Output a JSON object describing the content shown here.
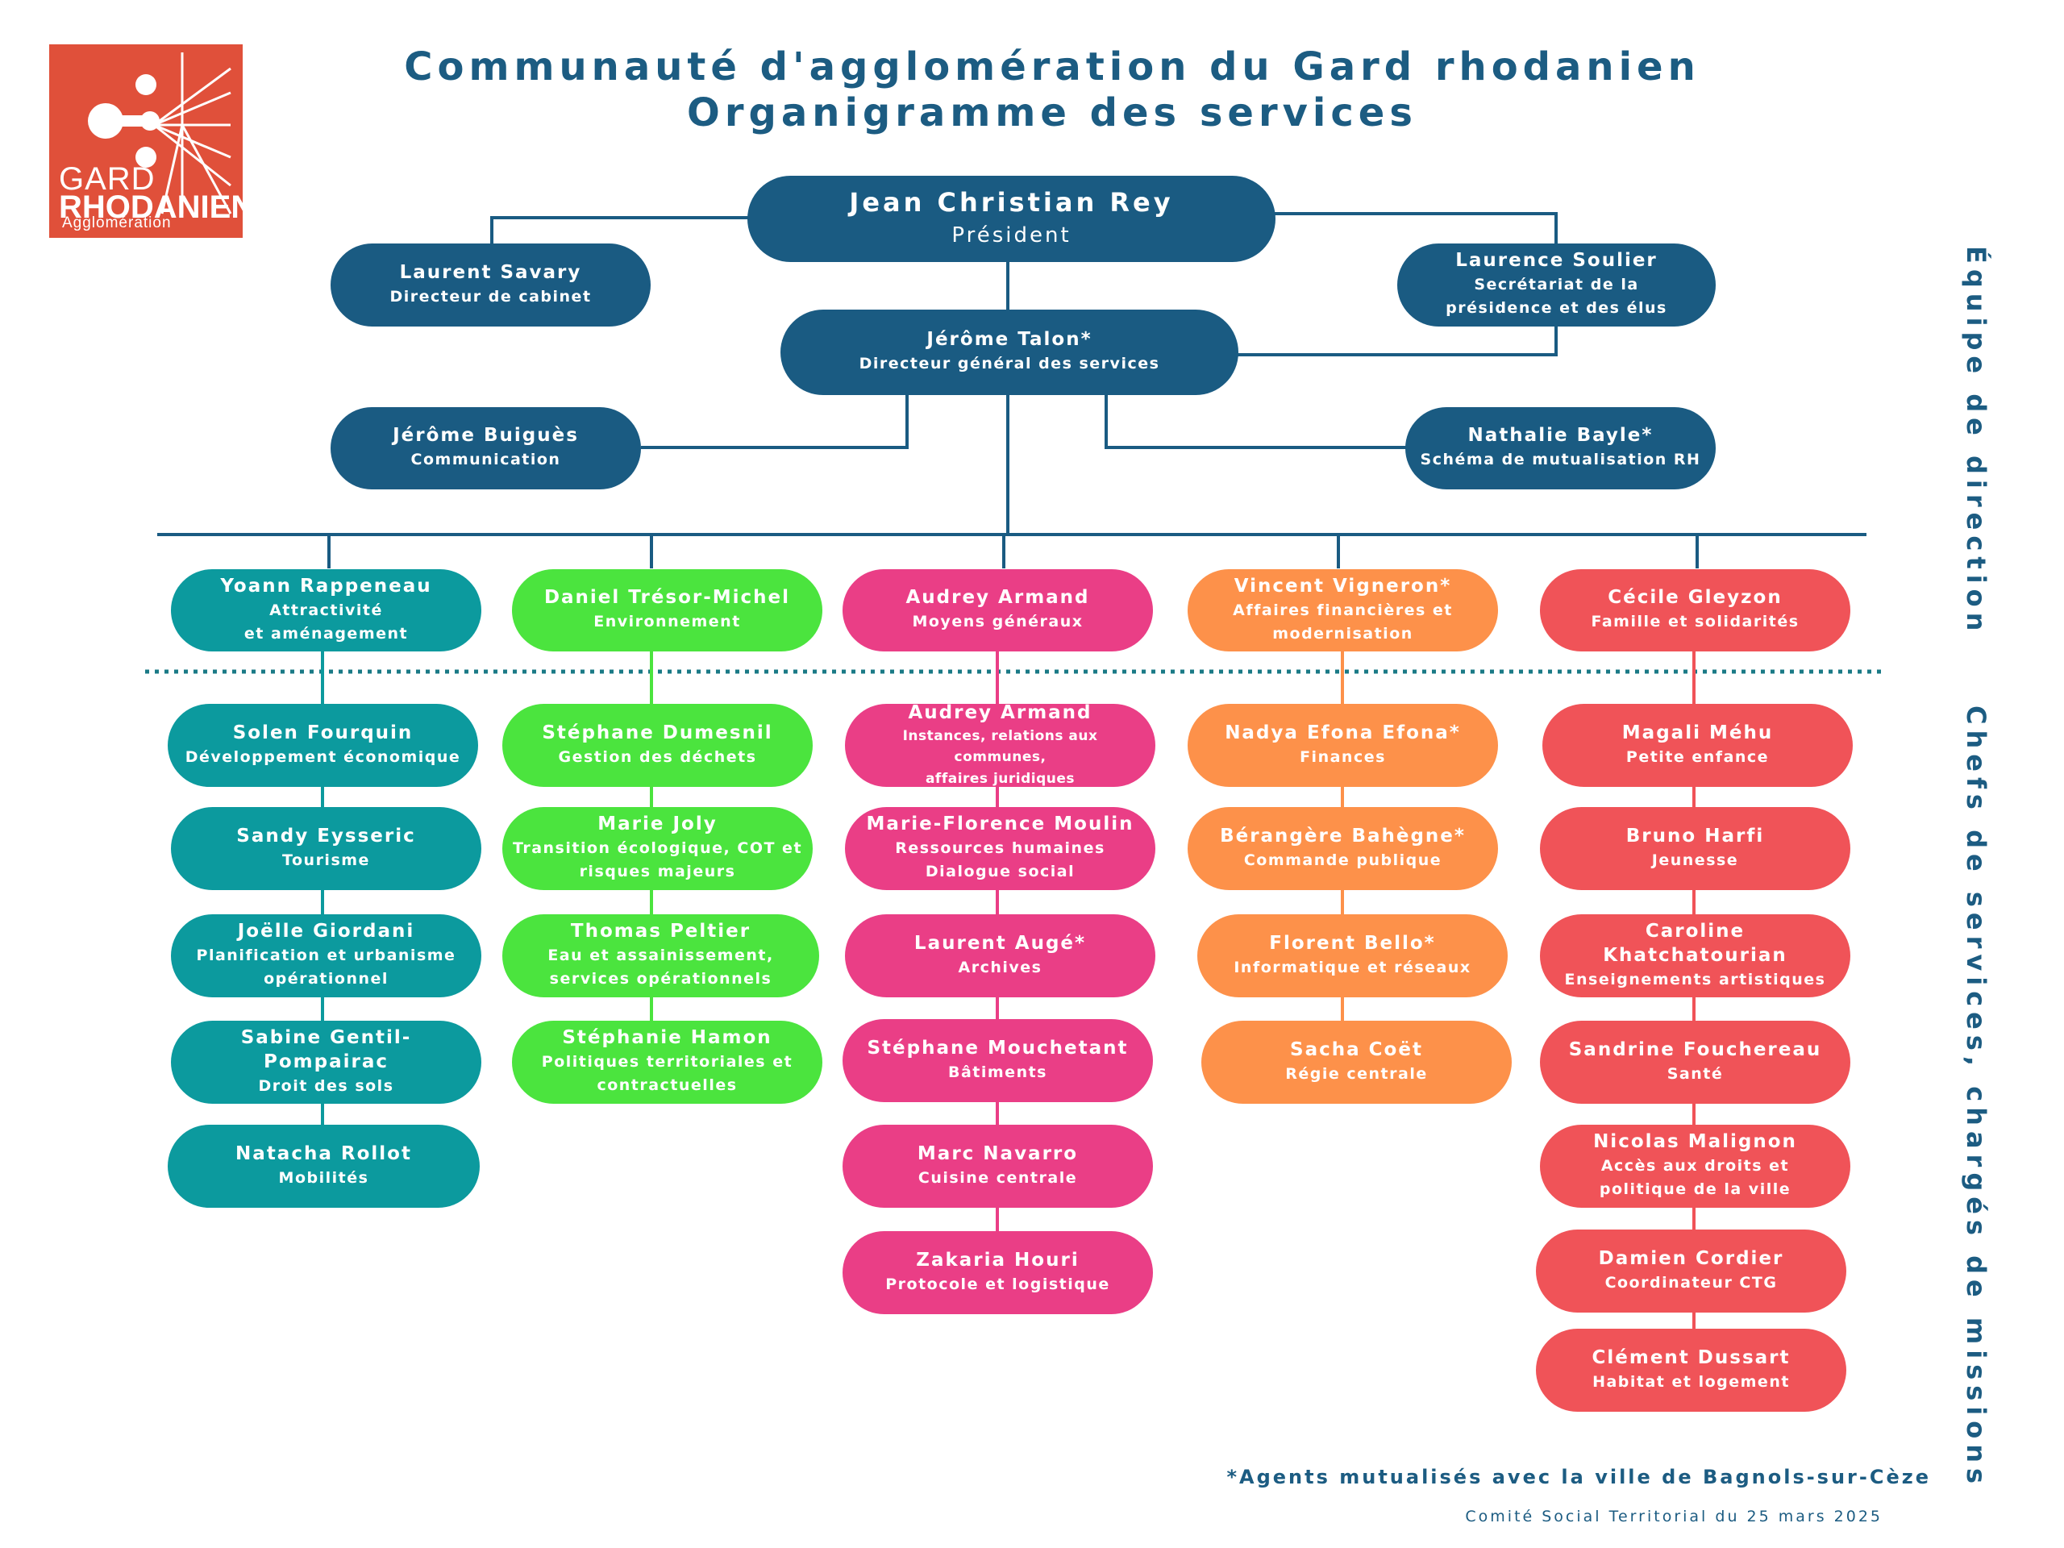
{
  "header": {
    "title_line1": "Communauté d'agglomération du Gard rhodanien",
    "title_line2": "Organigramme des services"
  },
  "logo": {
    "line1": "GARD",
    "line2": "RHODANIEN",
    "line3": "Agglomération"
  },
  "colors": {
    "navy": "#1a5b82",
    "teal": "#0c9a9e",
    "green": "#4be43e",
    "pink": "#ea3e86",
    "orange": "#fd914a",
    "red": "#f05358",
    "logo": "#e0503a"
  },
  "direction": {
    "president": {
      "name": "Jean Christian Rey",
      "role": "Président"
    },
    "cabinet": {
      "name": "Laurent Savary",
      "role": "Directeur de cabinet"
    },
    "secretariat": {
      "name": "Laurence Soulier",
      "role": "Secrétariat de la\nprésidence et des élus"
    },
    "dgs": {
      "name": "Jérôme Talon*",
      "role": "Directeur général des services"
    },
    "communication": {
      "name": "Jérôme Buiguès",
      "role": "Communication"
    },
    "mutualisation": {
      "name": "Nathalie Bayle*",
      "role": "Schéma de mutualisation RH"
    }
  },
  "poles": [
    {
      "name": "Yoann Rappeneau",
      "role": "Attractivité\net aménagement",
      "services": [
        {
          "name": "Solen Fourquin",
          "role": "Développement économique"
        },
        {
          "name": "Sandy Eysseric",
          "role": "Tourisme"
        },
        {
          "name": "Joëlle Giordani",
          "role": "Planification et urbanisme\nopérationnel"
        },
        {
          "name": "Sabine Gentil-Pompairac",
          "role": "Droit des sols"
        },
        {
          "name": "Natacha Rollot",
          "role": "Mobilités"
        }
      ]
    },
    {
      "name": "Daniel Trésor-Michel",
      "role": "Environnement",
      "services": [
        {
          "name": "Stéphane Dumesnil",
          "role": "Gestion des déchets"
        },
        {
          "name": "Marie Joly",
          "role": "Transition écologique, COT et\nrisques majeurs"
        },
        {
          "name": "Thomas Peltier",
          "role": "Eau et assainissement,\nservices opérationnels"
        },
        {
          "name": "Stéphanie Hamon",
          "role": "Politiques territoriales et\ncontractuelles"
        }
      ]
    },
    {
      "name": "Audrey Armand",
      "role": "Moyens généraux",
      "services": [
        {
          "name": "Audrey Armand",
          "role": "Instances, relations aux communes,\naffaires juridiques"
        },
        {
          "name": "Marie-Florence Moulin",
          "role": "Ressources humaines\nDialogue social"
        },
        {
          "name": "Laurent Augé*",
          "role": "Archives"
        },
        {
          "name": "Stéphane Mouchetant",
          "role": "Bâtiments"
        },
        {
          "name": "Marc Navarro",
          "role": "Cuisine centrale"
        },
        {
          "name": "Zakaria Houri",
          "role": "Protocole et logistique"
        }
      ]
    },
    {
      "name": "Vincent Vigneron*",
      "role": "Affaires financières et\nmodernisation",
      "services": [
        {
          "name": "Nadya Efona Efona*",
          "role": "Finances"
        },
        {
          "name": "Bérangère Bahègne*",
          "role": "Commande publique"
        },
        {
          "name": "Florent Bello*",
          "role": "Informatique et réseaux"
        },
        {
          "name": "Sacha Coët",
          "role": "Régie centrale"
        }
      ]
    },
    {
      "name": "Cécile Gleyzon",
      "role": "Famille et solidarités",
      "services": [
        {
          "name": "Magali Méhu",
          "role": "Petite enfance"
        },
        {
          "name": "Bruno Harfi",
          "role": "Jeunesse"
        },
        {
          "name": "Caroline Khatchatourian",
          "role": "Enseignements artistiques"
        },
        {
          "name": "Sandrine Fouchereau",
          "role": "Santé"
        },
        {
          "name": "Nicolas Malignon",
          "role": "Accès aux droits et\npolitique de la ville"
        },
        {
          "name": "Damien Cordier",
          "role": "Coordinateur CTG"
        },
        {
          "name": "Clément Dussart",
          "role": "Habitat et logement"
        }
      ]
    }
  ],
  "side_labels": {
    "top": "Équipe de direction",
    "bottom": "Chefs de services, chargés de missions"
  },
  "footer": {
    "note": "*Agents mutualisés avec la ville de Bagnols-sur-Cèze",
    "date": "Comité Social Territorial du 25 mars 2025"
  }
}
